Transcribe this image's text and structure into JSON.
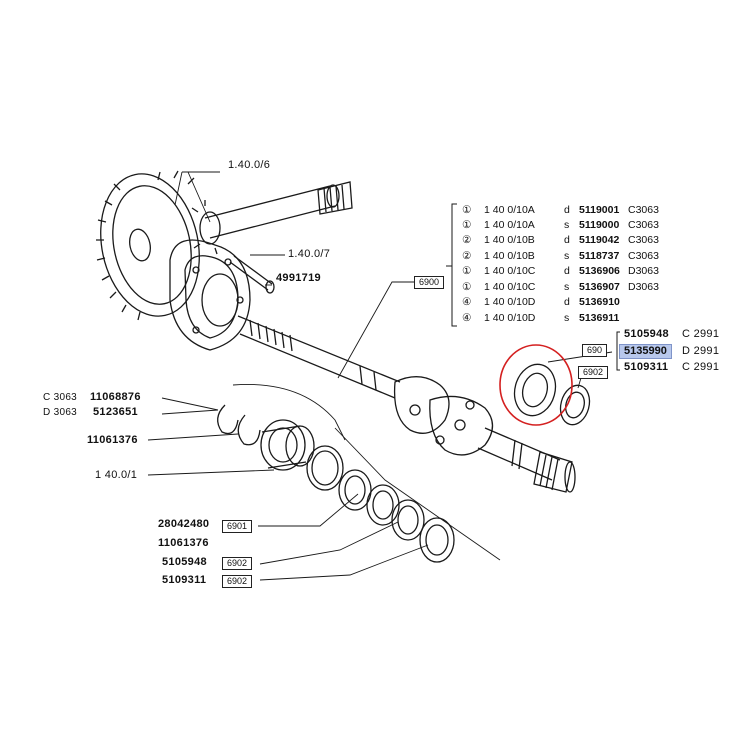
{
  "top_labels": {
    "ring_gear": "1.40.0/6",
    "diff_pin": "1.40.0/7",
    "bolt": "4991719",
    "shaft_box": "6900"
  },
  "variant_table": [
    {
      "symbol": "①",
      "ref": "1 40 0/10A",
      "side": "d",
      "part": "5119001",
      "code": "C3063"
    },
    {
      "symbol": "①",
      "ref": "1 40 0/10A",
      "side": "s",
      "part": "5119000",
      "code": "C3063"
    },
    {
      "symbol": "②",
      "ref": "1 40 0/10B",
      "side": "d",
      "part": "5119042",
      "code": "C3063"
    },
    {
      "symbol": "②",
      "ref": "1 40 0/10B",
      "side": "s",
      "part": "5118737",
      "code": "C3063"
    },
    {
      "symbol": "①",
      "ref": "1 40 0/10C",
      "side": "d",
      "part": "5136906",
      "code": "D3063"
    },
    {
      "symbol": "①",
      "ref": "1 40 0/10C",
      "side": "s",
      "part": "5136907",
      "code": "D3063"
    },
    {
      "symbol": "④",
      "ref": "1 40 0/10D",
      "side": "d",
      "part": "5136910",
      "code": ""
    },
    {
      "symbol": "④",
      "ref": "1 40 0/10D",
      "side": "s",
      "part": "5136911",
      "code": ""
    }
  ],
  "seal_group": {
    "box_a": "690",
    "box_b": "6902",
    "rows": [
      {
        "part": "5105948",
        "code": "C 2991"
      },
      {
        "part": "5135990",
        "code": "D 2991",
        "highlighted": true
      },
      {
        "part": "5109311",
        "code": "C 2991"
      }
    ]
  },
  "left_labels": {
    "c3063": "C 3063",
    "c3063_part": "11068876",
    "d3063": "D 3063",
    "d3063_part": "5123651",
    "circlip": "11061376",
    "bearing_ref": "1 40.0/1"
  },
  "bottom_list": [
    {
      "part": "28042480",
      "box": "6901"
    },
    {
      "part": "11061376",
      "box": ""
    },
    {
      "part": "5105948",
      "box": "6902"
    },
    {
      "part": "5109311",
      "box": "6902"
    }
  ],
  "colors": {
    "line": "#1a1a1a",
    "highlight": "#b8c8ec",
    "circle": "#d42020"
  }
}
